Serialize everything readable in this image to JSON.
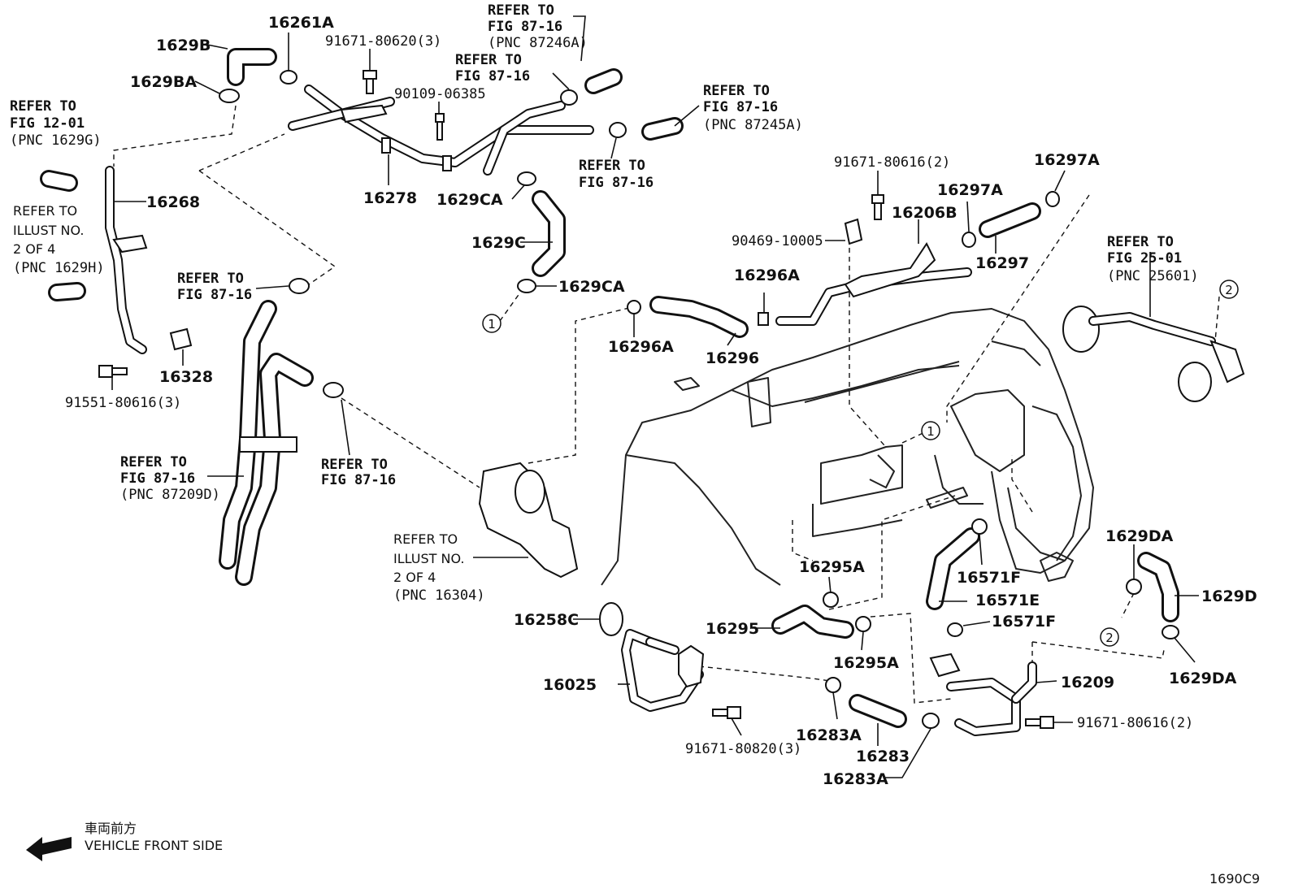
{
  "parts": {
    "p16298": "1629B",
    "p16261A": "16261A",
    "p91671_80620": "91671-80620(3)",
    "p1629BA": "1629BA",
    "p90109": "90109-06385",
    "p16268": "16268",
    "p16278": "16278",
    "p1629CA_top": "1629CA",
    "p1629C": "1629C",
    "p1629CA_bot": "1629CA",
    "p16328": "16328",
    "p91551": "91551-80616(3)",
    "p16296A_left": "16296A",
    "p16296": "16296",
    "p16296A_right": "16296A",
    "p91671_80616_top": "91671-80616(2)",
    "p16206B": "16206B",
    "p90469": "90469-10005",
    "p16297A_left": "16297A",
    "p16297A_right": "16297A",
    "p16297": "16297",
    "p16295A_top": "16295A",
    "p16295": "16295",
    "p16295A_bot": "16295A",
    "p16571F_top": "16571F",
    "p16571E": "16571E",
    "p16571F_bot": "16571F",
    "p1629DA_top": "1629DA",
    "p1629D": "1629D",
    "p1629DA_bot": "1629DA",
    "p16258C": "16258C",
    "p16025": "16025",
    "p91671_80820": "91671-80820(3)",
    "p16283A_top": "16283A",
    "p16283": "16283",
    "p16283A_bot": "16283A",
    "p16209": "16209",
    "p91671_80616_bot": "91671-80616(2)"
  },
  "refs": {
    "r_87246A": [
      "REFER TO",
      "FIG 87-16",
      "(PNC 87246A)"
    ],
    "r_fig8716_top": [
      "REFER TO",
      "FIG 87-16"
    ],
    "r_87245A": [
      "REFER TO",
      "FIG 87-16",
      "(PNC 87245A)"
    ],
    "r_fig8716_mid": [
      "REFER TO",
      "FIG 87-16"
    ],
    "r_1629G": [
      "REFER TO",
      "FIG 12-01",
      "(PNC 1629G)"
    ],
    "r_1629H": [
      "REFER TO",
      "ILLUST NO.",
      "2 OF 4",
      "(PNC 1629H)"
    ],
    "r_fig8716_left": [
      "REFER TO",
      "FIG 87-16"
    ],
    "r_87209D": [
      "REFER TO",
      "FIG 87-16",
      "(PNC 87209D)"
    ],
    "r_fig8716_center": [
      "REFER TO",
      "FIG 87-16"
    ],
    "r_16304": [
      "REFER TO",
      "ILLUST NO.",
      "2 OF 4",
      "(PNC 16304)"
    ],
    "r_25601": [
      "REFER TO",
      "FIG 25-01",
      "(PNC 25601)"
    ]
  },
  "markers": {
    "m1": "1",
    "m2": "2"
  },
  "footer": {
    "jp": "車両前方",
    "front": "VEHICLE FRONT SIDE",
    "code": "1690C9"
  },
  "icons": {
    "front_arrow": "left-arrow-icon"
  }
}
